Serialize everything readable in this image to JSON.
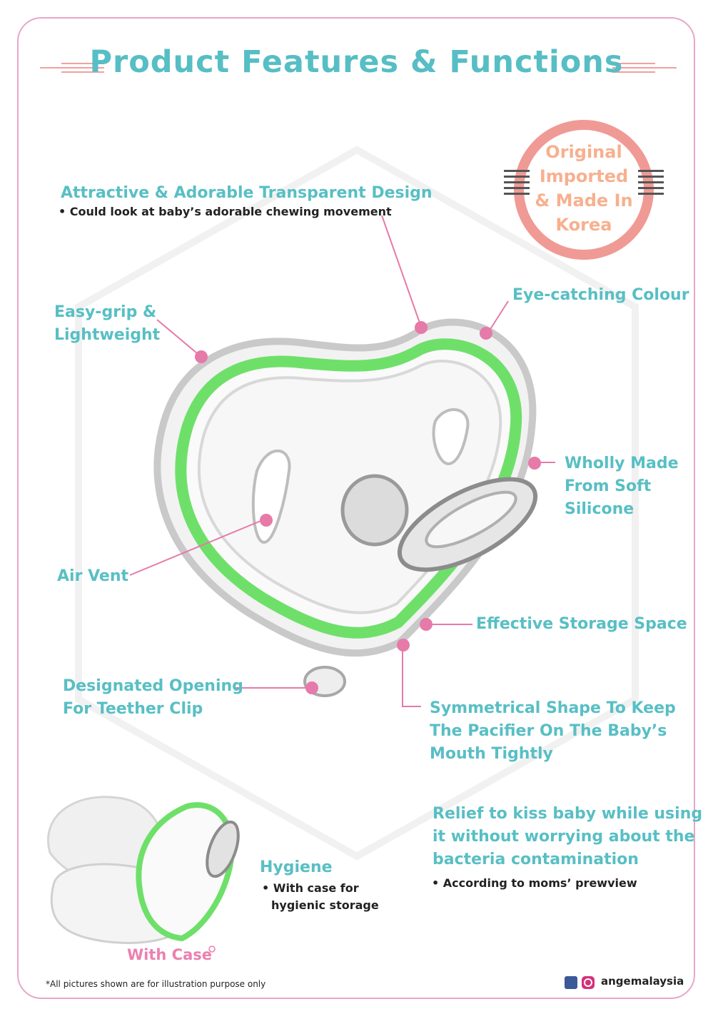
{
  "title": "Product Features & Functions",
  "badge": {
    "line1": "Original",
    "line2": "Imported",
    "line3": "& Made In",
    "line4": "Korea"
  },
  "features": {
    "transparent": {
      "title": "Attractive & Adorable Transparent Design",
      "bullet": "• Could look at baby’s adorable chewing movement"
    },
    "grip": {
      "line1": "Easy-grip &",
      "line2": "Lightweight"
    },
    "colour": {
      "title": "Eye-catching Colour"
    },
    "silicone": {
      "line1": "Wholly Made",
      "line2": "From Soft",
      "line3": "Silicone"
    },
    "vent": {
      "title": "Air Vent"
    },
    "storage": {
      "title": "Effective Storage Space"
    },
    "opening": {
      "line1": "Designated Opening",
      "line2": "For Teether Clip"
    },
    "symmetrical": {
      "line1": "Symmetrical Shape To Keep",
      "line2": "The Pacifier On The Baby’s",
      "line3": "Mouth Tightly"
    },
    "relief": {
      "line1": "Relief to kiss baby while using",
      "line2": "it without worrying about the",
      "line3": "bacteria contamination",
      "bullet": "• According to moms’ prewview"
    },
    "hygiene": {
      "title": "Hygiene",
      "bullet1": "• With case for",
      "bullet2": "hygienic storage"
    }
  },
  "with_case": "With Case",
  "footnote": "*All pictures shown are for illustration purpose only",
  "social": "angemalaysia",
  "colors": {
    "teal": "#56bec4",
    "pink": "#e67aa8",
    "green": "#6ee06a",
    "badge": "#f09a95"
  }
}
